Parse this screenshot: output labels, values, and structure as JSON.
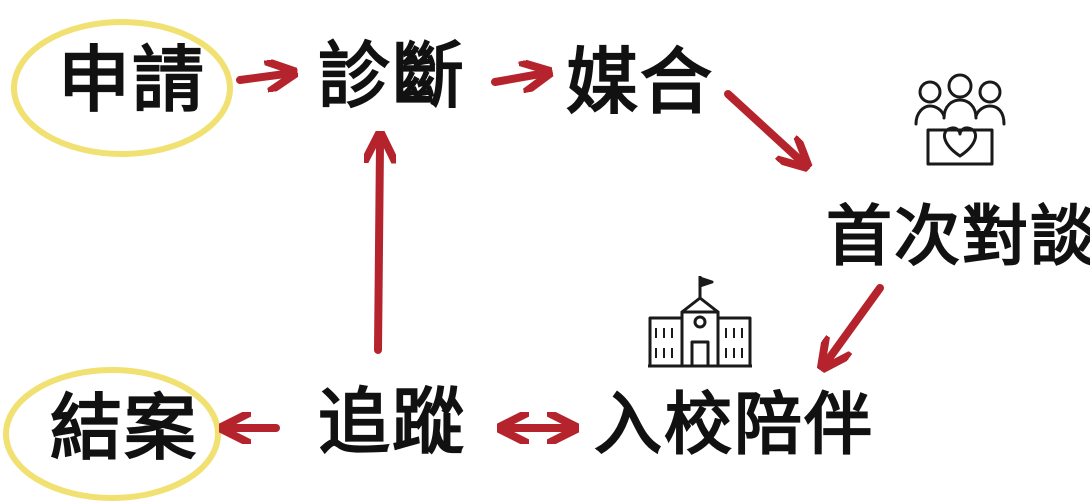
{
  "nodes": {
    "apply": "申請",
    "diagnose": "診斷",
    "match": "媒合",
    "first_talk": "首次對談",
    "school_accompany": "入校陪伴",
    "track": "追蹤",
    "close": "結案"
  },
  "colors": {
    "arrow": "#b5242c",
    "highlight": "#f0e172",
    "text": "#111111",
    "icon": "#1a1a1a"
  },
  "icons": {
    "people": "people-with-heart-icon",
    "school": "school-building-icon"
  }
}
